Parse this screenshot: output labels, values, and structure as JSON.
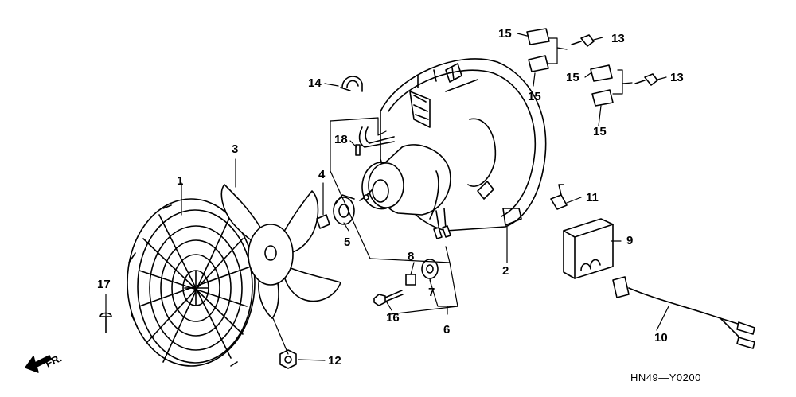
{
  "callouts": {
    "c1": "1",
    "c2": "2",
    "c3": "3",
    "c4": "4",
    "c5": "5",
    "c6": "6",
    "c7": "7",
    "c8": "8",
    "c9": "9",
    "c10": "10",
    "c11": "11",
    "c12": "12",
    "c13a": "13",
    "c13b": "13",
    "c14": "14",
    "c15a": "15",
    "c15b": "15",
    "c15c": "15",
    "c15d": "15",
    "c16": "16",
    "c17": "17",
    "c18": "18"
  },
  "front_marker": "FR.",
  "diagram_code": "HN49—Y0200"
}
